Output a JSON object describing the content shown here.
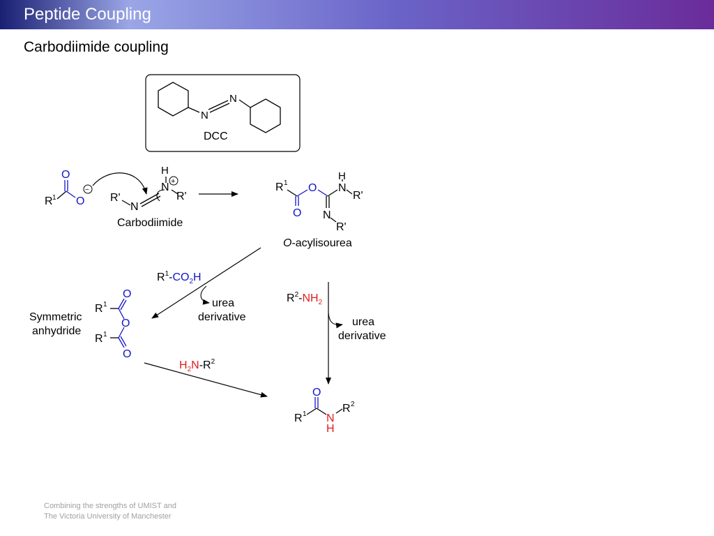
{
  "header": {
    "title": "Peptide Coupling"
  },
  "slide": {
    "subtitle": "Carbodiimide coupling"
  },
  "footer": {
    "line1": "Combining the strengths of UMIST and",
    "line2": "The Victoria University of Manchester"
  },
  "colors": {
    "oxygen": "#1414c8",
    "nitrogen": "#e01b1b",
    "bond": "#000000"
  },
  "scheme": {
    "dcc_label": "DCC",
    "carbodiimide_label": "Carbodiimide",
    "acylisourea_label_italic": "O",
    "acylisourea_label_rest": "-acylisourea",
    "symmetric_anhydride_line1": "Symmetric",
    "symmetric_anhydride_line2": "anhydride",
    "urea_line1": "urea",
    "urea_line2": "derivative",
    "reagent_acid_prefix": "R",
    "reagent_acid_sup": "1",
    "reagent_acid_dash": "-",
    "reagent_acid_group": "CO",
    "reagent_acid_sub": "2",
    "reagent_acid_h": "H",
    "reagent_amine_prefix": "R",
    "reagent_amine_sup": "2",
    "reagent_amine_dash": "-",
    "reagent_amine_group": "NH",
    "reagent_amine_sub": "2",
    "reagent_amine2_h": "H",
    "reagent_amine2_sub": "2",
    "reagent_amine2_n": "N",
    "reagent_amine2_dash": "-",
    "reagent_amine2_r": "R",
    "reagent_amine2_sup": "2",
    "atoms": {
      "O": "O",
      "N": "N",
      "H": "H",
      "R": "R",
      "Rprime": "R'",
      "sup1": "1",
      "sup2": "2",
      "minus": "−",
      "plus": "+"
    }
  }
}
